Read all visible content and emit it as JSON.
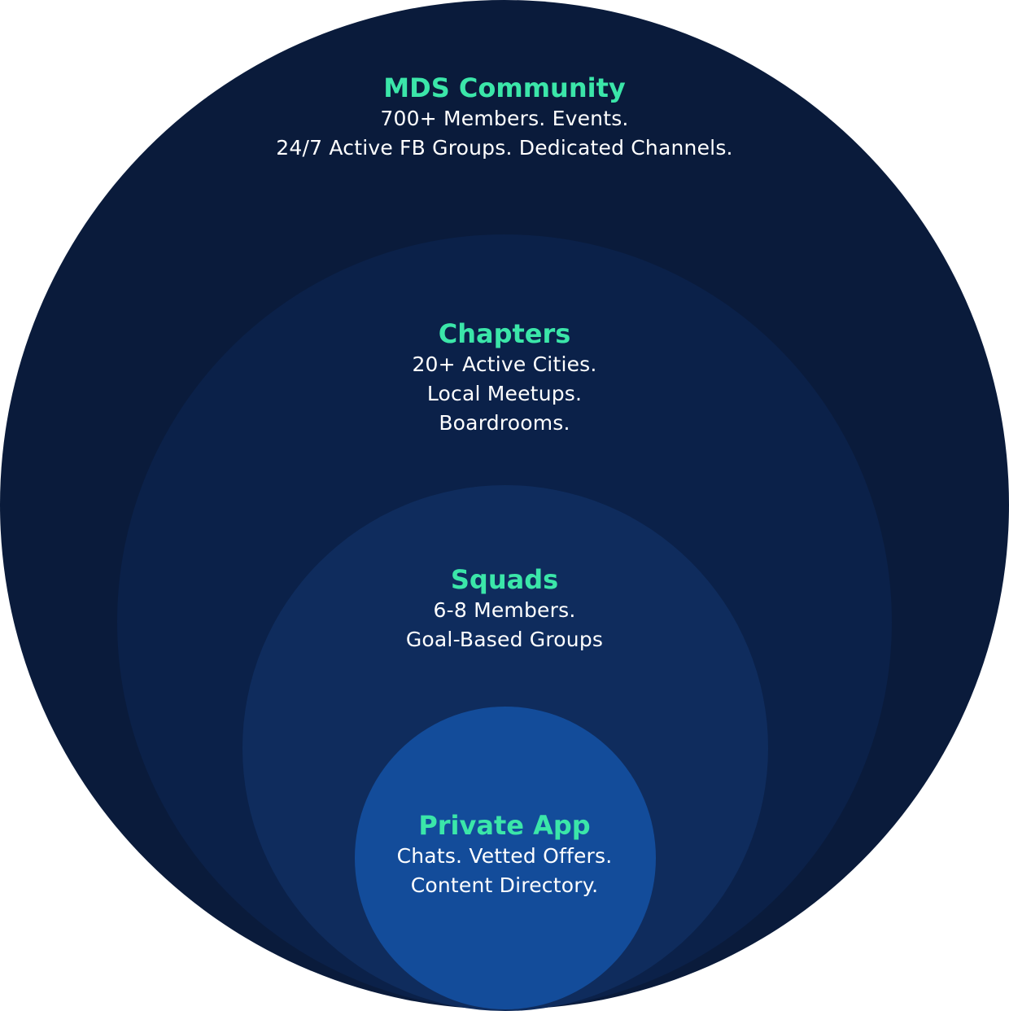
{
  "colors": {
    "title": "#3be6a9",
    "text": "#ffffff",
    "level_1": "#0a1b3b",
    "level_2": "#0b2149",
    "level_3": "#0f2c5d",
    "level_4": "#134c9a"
  },
  "levels": [
    {
      "title": "MDS Community",
      "lines": [
        "700+ Members. Events.",
        "24/7 Active FB Groups. Dedicated Channels."
      ]
    },
    {
      "title": "Chapters",
      "lines": [
        "20+ Active Cities.",
        "Local Meetups.",
        "Boardrooms."
      ]
    },
    {
      "title": "Squads",
      "lines": [
        "6-8 Members.",
        "Goal-Based Groups"
      ]
    },
    {
      "title": "Private App",
      "lines": [
        "Chats. Vetted Offers.",
        "Content Directory."
      ]
    }
  ]
}
